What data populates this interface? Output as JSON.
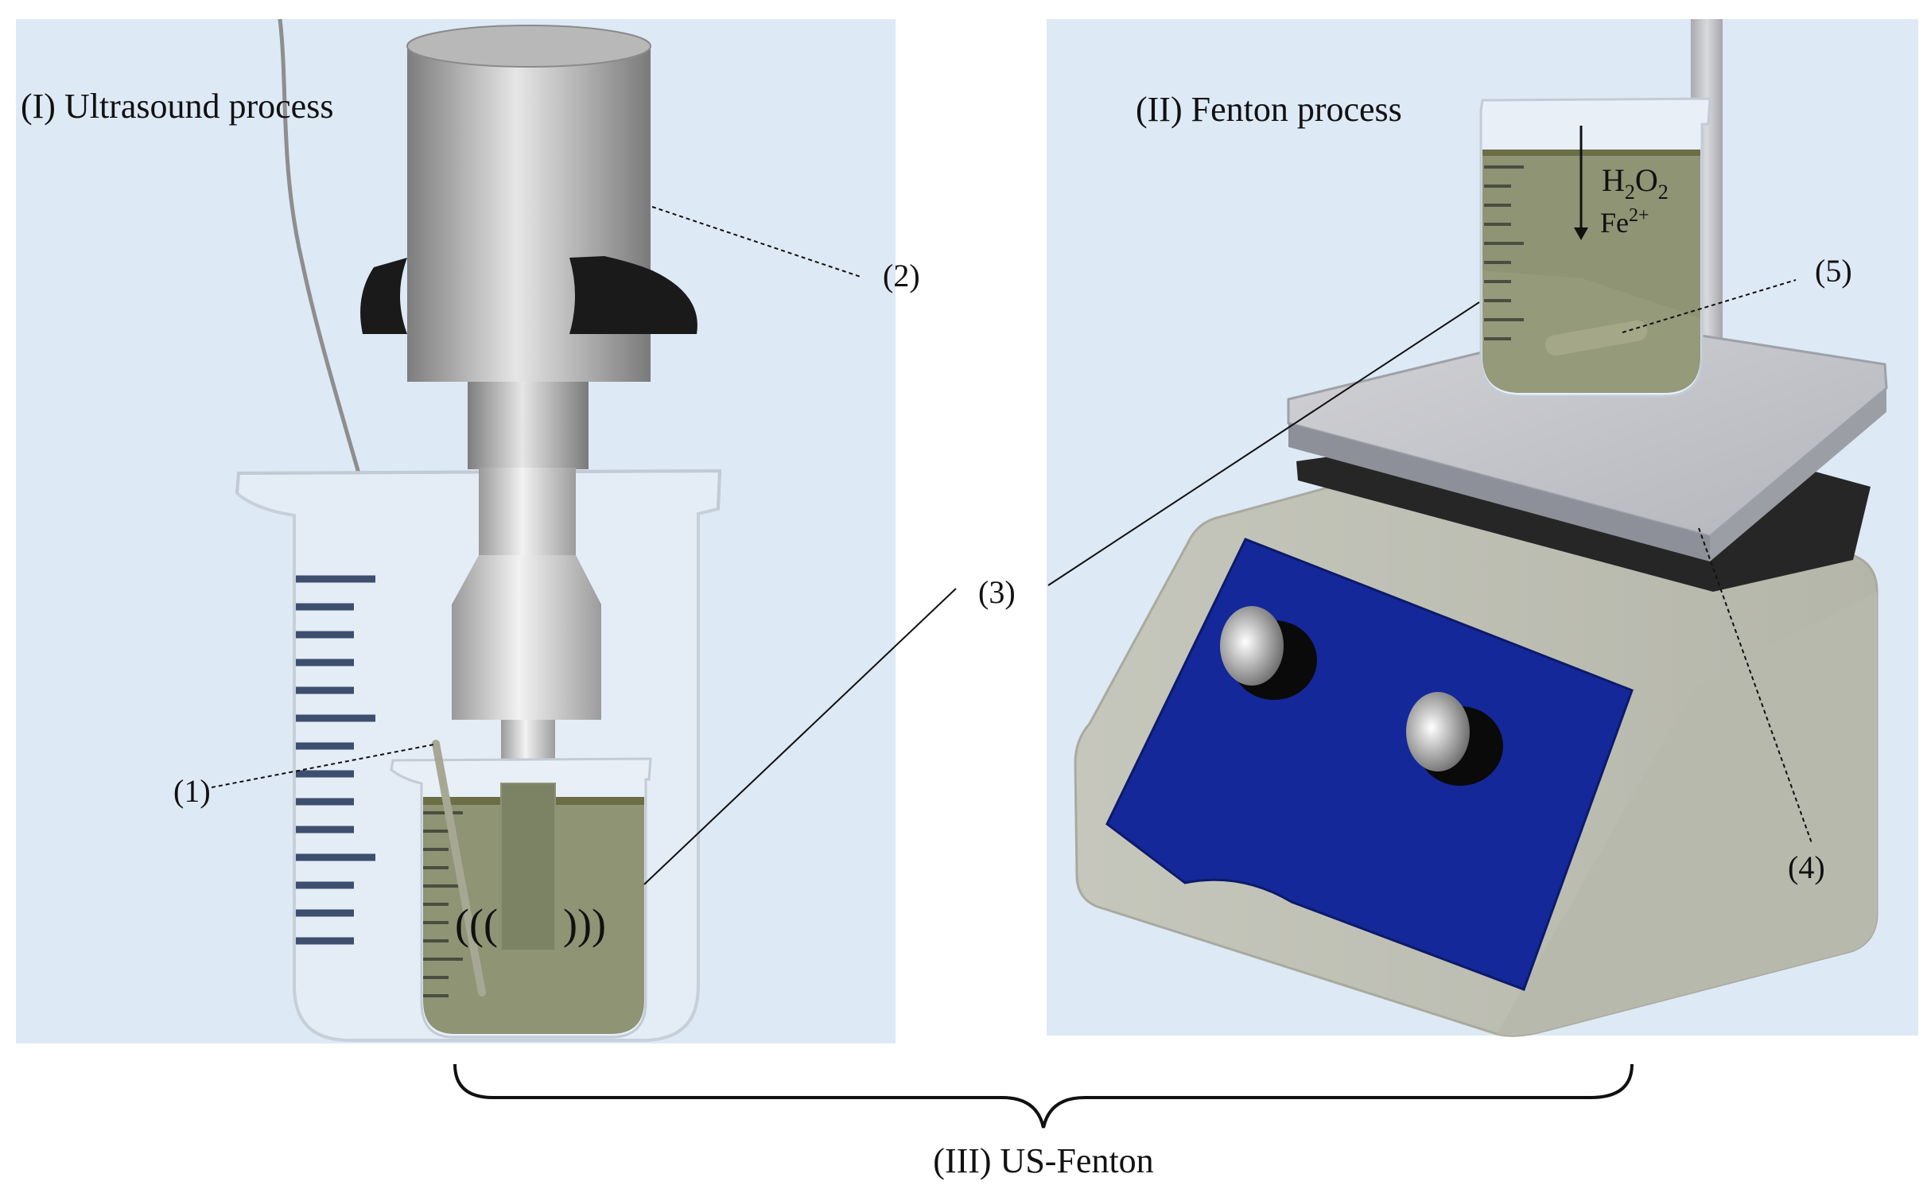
{
  "panels": {
    "ultrasound": {
      "title": "(I) Ultrasound process"
    },
    "fenton": {
      "title": "(II) Fenton process",
      "reagents": {
        "h2o2": {
          "main": "H",
          "sub1": "2",
          "mid": "O",
          "sub2": "2"
        },
        "iron": {
          "main": "Fe",
          "sup": "2+"
        }
      }
    },
    "combined": {
      "title": "(III) US-Fenton"
    }
  },
  "labels": {
    "probe": "(1)",
    "transducer": "(2)",
    "sample": "(3)",
    "hotplate": "(4)",
    "stir_bar": "(5)"
  },
  "waves": {
    "left": "(((",
    "right": ")))"
  },
  "colors": {
    "panel_bg": "#dde9f5",
    "liquid": "#8e9474",
    "liquid_top": "#6c6f45",
    "display_panel": "#14289a",
    "beaker_marks": "#3d4e6e",
    "clamp": "#1a1a1a"
  }
}
